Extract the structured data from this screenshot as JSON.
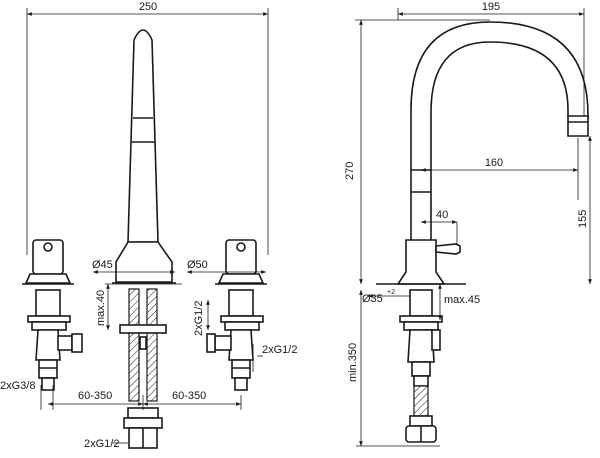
{
  "drawing": {
    "front": {
      "overall_width": "250",
      "spout_dia": "Ø45",
      "handle_dia": "Ø50",
      "deck_thickness": "max.40",
      "inlet_thread_right": "2xG1/2",
      "outlet_thread_right": "2xG1/2",
      "outlet_thread_left": "2xG3/8",
      "spacing_left": "60-350",
      "spacing_right": "60-350",
      "bottom_connector": "2xG1/2"
    },
    "side": {
      "reach_total": "195",
      "height": "270",
      "spout_reach": "160",
      "spout_clearance": "155",
      "body_offset": "40",
      "hole_dia": "Ø35",
      "hole_tol": "+2",
      "deck_thickness": "max.45",
      "hose_length": "min.350"
    }
  }
}
